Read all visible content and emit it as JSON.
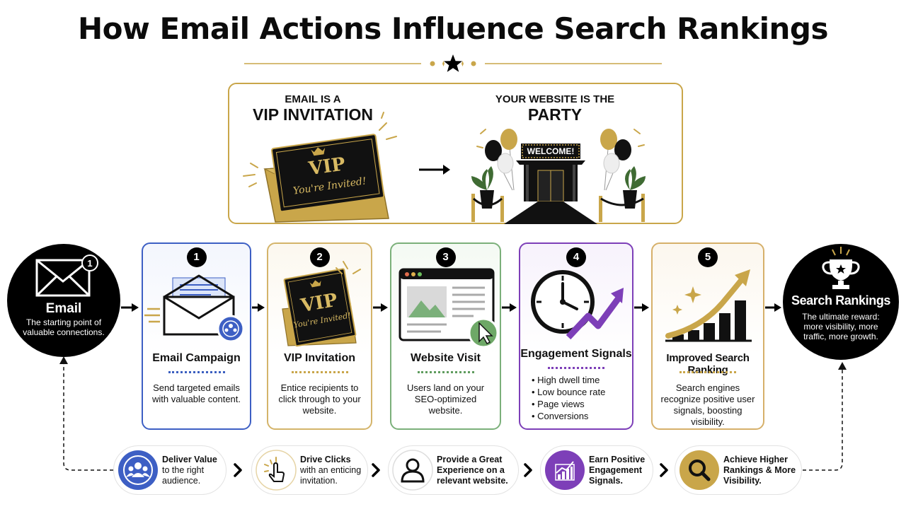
{
  "title": "How Email Actions Influence Search Rankings",
  "top_panel": {
    "left_small": "EMAIL IS A",
    "left_big": "VIP INVITATION",
    "card_vip": "VIP",
    "card_invited": "You're Invited!",
    "right_small": "YOUR WEBSITE IS THE",
    "right_big": "PARTY",
    "sign": "WELCOME!"
  },
  "start": {
    "title": "Email",
    "badge": "1",
    "desc": "The starting point of valuable connections."
  },
  "end": {
    "title": "Search Rankings",
    "desc": "The ultimate reward: more visibility, more traffic, more growth."
  },
  "steps": [
    {
      "num": "1",
      "title": "Email Campaign",
      "desc": "Send targeted emails with valuable content.",
      "icon": "envelope-icon"
    },
    {
      "num": "2",
      "title": "VIP Invitation",
      "desc": "Entice recipients to click through to your website.",
      "icon": "vip-card-icon",
      "card_vip": "VIP",
      "card_invited": "You're Invited!"
    },
    {
      "num": "3",
      "title": "Website Visit",
      "desc": "Users land on your SEO-optimized website.",
      "icon": "browser-window-icon"
    },
    {
      "num": "4",
      "title": "Engagement Signals",
      "items": [
        "High dwell time",
        "Low bounce rate",
        "Page views",
        "Conversions"
      ],
      "icon": "clock-trend-icon"
    },
    {
      "num": "5",
      "title": "Improved Search Ranking",
      "desc": "Search engines recognize positive user signals, boosting visibility.",
      "icon": "bar-chart-icon"
    }
  ],
  "bottom": [
    {
      "bold": "Deliver Value",
      "rest": "to the right audience.",
      "icon": "audience-icon"
    },
    {
      "bold": "Drive Clicks",
      "rest": "with an enticing invitation.",
      "icon": "click-cursor-icon"
    },
    {
      "bold": "Provide a Great Experience on a relevant website.",
      "rest": "",
      "icon": "user-icon"
    },
    {
      "bold": "Earn Positive Engagement Signals.",
      "rest": "",
      "icon": "growth-chart-icon"
    },
    {
      "bold": "Achieve Higher Rankings & More Visibility.",
      "rest": "",
      "icon": "magnifier-icon"
    }
  ],
  "colors": {
    "gold": "#c9a64a",
    "blue": "#3d5fc4",
    "green": "#7bb07a",
    "purple": "#7d3fb8",
    "black": "#000000"
  }
}
